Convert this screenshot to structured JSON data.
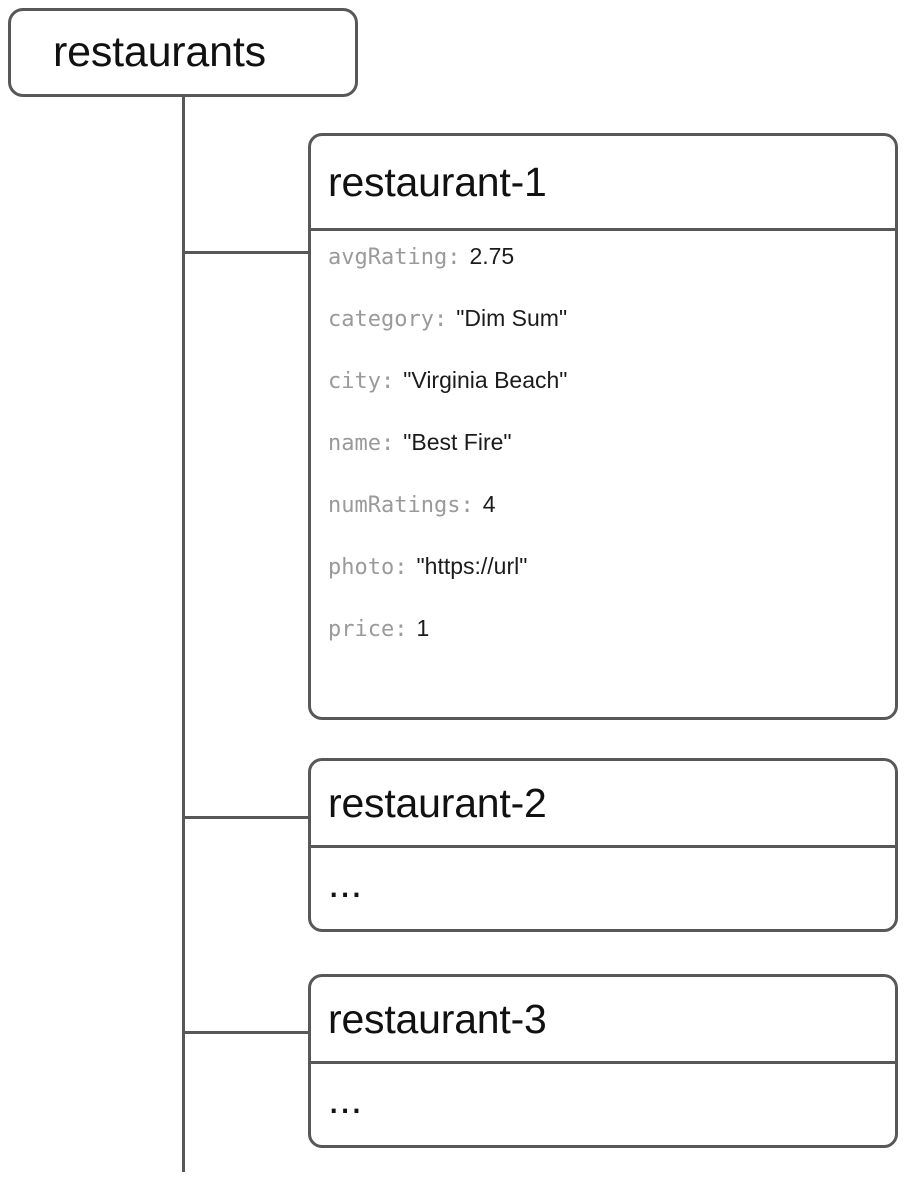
{
  "diagram": {
    "type": "firestore-collection-tree",
    "root": {
      "label": "restaurants",
      "kind": "collection"
    },
    "documents": [
      {
        "id": "restaurant-1",
        "fields": [
          {
            "key": "avgRating:",
            "value": "2.75"
          },
          {
            "key": "category:",
            "value": "\"Dim Sum\""
          },
          {
            "key": "city:",
            "value": "\"Virginia Beach\""
          },
          {
            "key": "name:",
            "value": "\"Best Fire\""
          },
          {
            "key": "numRatings:",
            "value": "4"
          },
          {
            "key": "photo:",
            "value": "\"https://url\""
          },
          {
            "key": "price:",
            "value": "1"
          }
        ]
      },
      {
        "id": "restaurant-2",
        "placeholder": "..."
      },
      {
        "id": "restaurant-3",
        "placeholder": "..."
      }
    ]
  },
  "colors": {
    "stroke": "#585858",
    "title_text": "#111111",
    "field_key": "#9a9a9a",
    "field_value": "#1b1b1b",
    "background": "#ffffff"
  }
}
